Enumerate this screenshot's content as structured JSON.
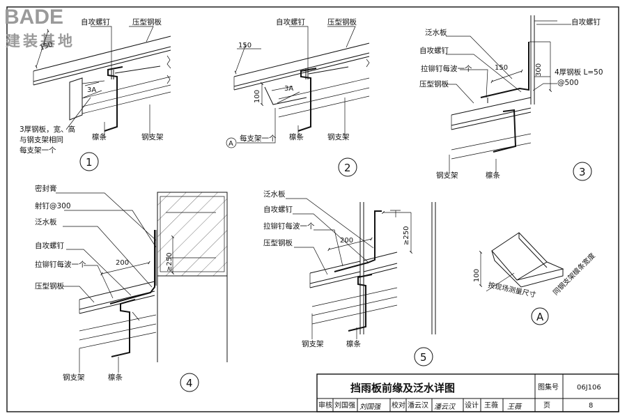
{
  "logo": {
    "brand": "BADE",
    "sub": "建装基地"
  },
  "details": [
    {
      "id": "1",
      "labels": [
        "自攻螺钉",
        "压型钢板",
        "3A",
        "3厚钢板，宽、高",
        "与钢支架相同",
        "每支架一个",
        "檩条",
        "钢支架"
      ],
      "dims": [
        "150"
      ]
    },
    {
      "id": "2",
      "labels": [
        "自攻螺钉",
        "压型钢板",
        "3A",
        "每支架一个",
        "檩条",
        "钢支架"
      ],
      "ref": "A",
      "dims": [
        "150",
        "100"
      ]
    },
    {
      "id": "3",
      "labels": [
        "泛水板",
        "自攻螺钉",
        "拉铆钉每波一个",
        "压型钢板",
        "自攻螺钉",
        "4厚钢板  L=50",
        "@500",
        "钢支架",
        "檩条"
      ],
      "dims": [
        "150",
        "300"
      ]
    },
    {
      "id": "4",
      "labels": [
        "密封膏",
        "射钉@300",
        "泛水板",
        "自攻螺钉",
        "拉铆钉每波一个",
        "压型钢板",
        "钢支架",
        "檩条"
      ],
      "dims": [
        "200",
        "≥250"
      ]
    },
    {
      "id": "5",
      "labels": [
        "泛水板",
        "自攻螺钉",
        "拉铆钉每波一个",
        "压型钢板",
        "钢支架",
        "檩条"
      ],
      "dims": [
        "200",
        "≥250"
      ]
    },
    {
      "id": "A",
      "labels": [
        "按现场测量尺寸",
        "同钢支架檩条宽度"
      ],
      "dims": [
        "100"
      ]
    }
  ],
  "title_block": {
    "title": "挡雨板前缘及泛水详图",
    "atlas_label": "图集号",
    "atlas_no": "06J106",
    "page_label": "页",
    "page_no": "8",
    "roles": [
      {
        "role": "审核",
        "name": "刘国强",
        "signature": "刘国强"
      },
      {
        "role": "校对",
        "name": "潘云汉",
        "signature": "潘云汉"
      },
      {
        "role": "设计",
        "name": "王薇",
        "signature": "王薇"
      }
    ]
  }
}
